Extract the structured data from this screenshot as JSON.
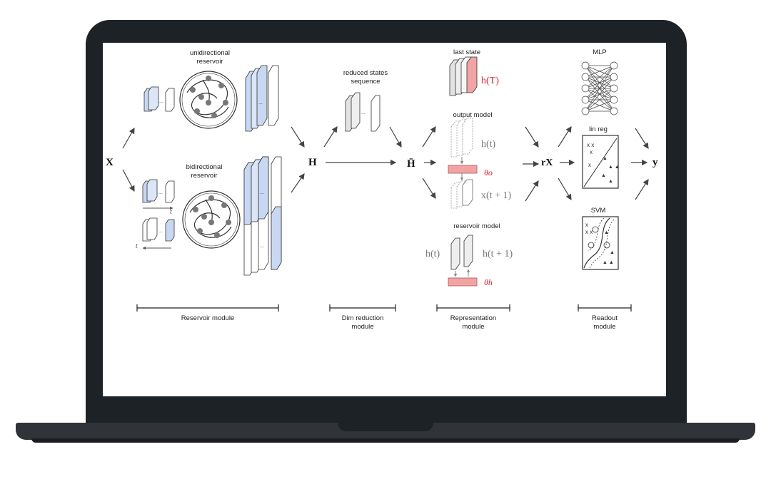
{
  "diagram": {
    "unidirectional_label": [
      "unidirectional",
      "reservoir"
    ],
    "bidirectional_label": [
      "bidirectional",
      "reservoir"
    ],
    "reduced_label": [
      "reduced states",
      "sequence"
    ],
    "last_state_label": "last state",
    "output_model_label": "output model",
    "reservoir_model_label": "reservoir model",
    "mlp_label": "MLP",
    "lin_reg_label": "lin reg",
    "svm_label": "SVM",
    "sym_X": "X",
    "sym_H": "H",
    "sym_Hbar": "H̄",
    "sym_rX": "rX",
    "sym_y": "y",
    "sym_hT": "h(T)",
    "sym_ht": "h(t)",
    "sym_xt1": "x(t + 1)",
    "sym_ht_res": "h(t)",
    "sym_ht1_res": "h(t + 1)",
    "sym_theta_o": "θo",
    "sym_theta_h": "θh",
    "sym_t_fwd": "t",
    "sym_t_bwd": "t",
    "module_reservoir": "Reservoir module",
    "module_dimred": [
      "Dim reduction",
      "module"
    ],
    "module_representation": [
      "Representation",
      "module"
    ],
    "module_readout": [
      "Readout",
      "module"
    ],
    "dots": "...",
    "accent_red": "#d9262b",
    "accent_blue": "#6b8fd6",
    "pink_fill": "#f2a3a3"
  }
}
